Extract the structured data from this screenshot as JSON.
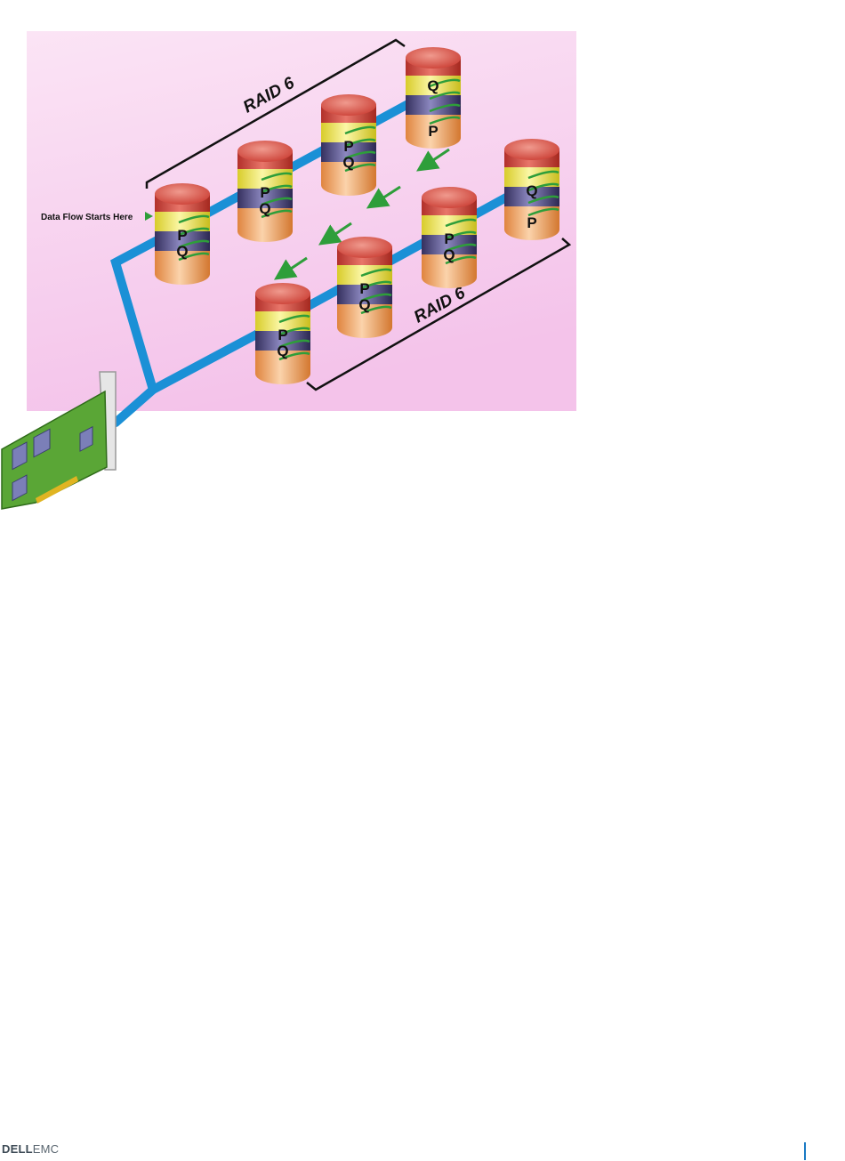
{
  "diagram": {
    "start_label": "Data Flow Starts Here",
    "span_labels": [
      "RAID 6",
      "RAID 6"
    ],
    "drives": [
      {
        "upper": "P",
        "lower": "Q"
      },
      {
        "upper": "P",
        "lower": "Q"
      },
      {
        "upper": "P",
        "lower": "Q"
      },
      {
        "upper": "Q",
        "lower": "P"
      },
      {
        "upper": "P",
        "lower": "Q"
      },
      {
        "upper": "P",
        "lower": "Q"
      },
      {
        "upper": "P",
        "lower": "Q"
      },
      {
        "upper": "Q",
        "lower": "P"
      }
    ],
    "colors": {
      "background": "#f8cdef",
      "bus": "#1b90d6",
      "arrow": "#2e9e3a",
      "disk_top": "#d2473c",
      "band_yellow": "#f4ee66",
      "band_navy": "#55508a",
      "band_peach": "#f2a866",
      "card": "#5aa636"
    }
  },
  "footer": {
    "logo_dell": "DELL",
    "logo_emc": "EMC"
  }
}
